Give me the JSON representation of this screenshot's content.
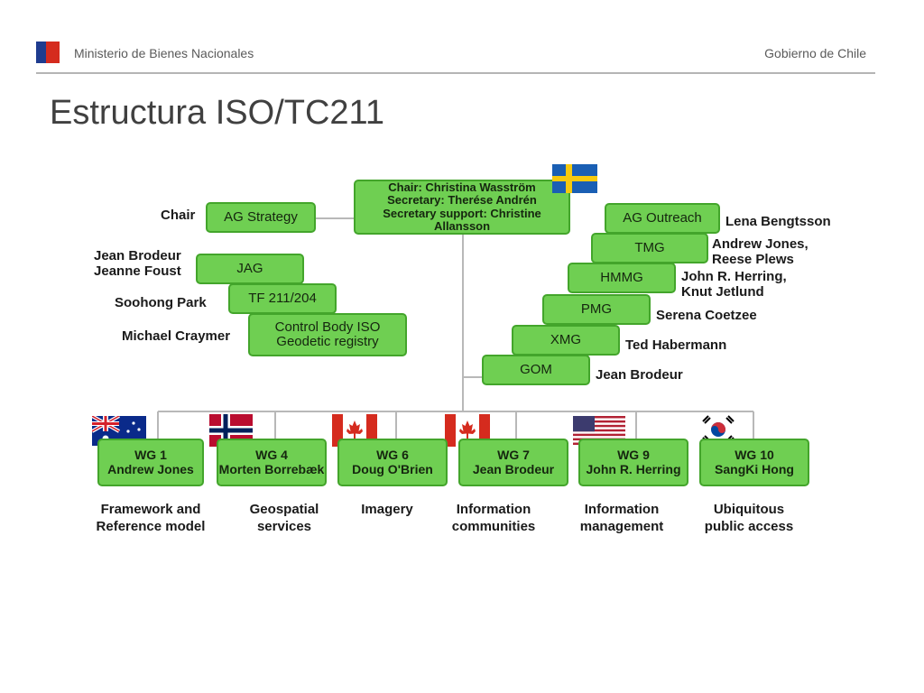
{
  "header": {
    "org": "Ministerio de Bienes Nacionales",
    "gov": "Gobierno de Chile"
  },
  "slide": {
    "title": "Estructura ISO/TC211"
  },
  "chair": {
    "lines": "Chair: Christina Wasström\nSecretary: Therése Andrén\nSecretary support: Christine Allansson"
  },
  "left_groups": [
    {
      "box": "AG Strategy",
      "person": "Chair"
    },
    {
      "box": "JAG",
      "person": "Jean Brodeur\nJeanne Foust"
    },
    {
      "box": "TF 211/204",
      "person": "Soohong Park"
    },
    {
      "box": "Control Body ISO\nGeodetic registry",
      "person": "Michael Craymer"
    }
  ],
  "right_groups": [
    {
      "box": "AG Outreach",
      "person": "Lena Bengtsson"
    },
    {
      "box": "TMG",
      "person": "Andrew Jones,\nReese Plews"
    },
    {
      "box": "HMMG",
      "person": "John R. Herring,\nKnut Jetlund"
    },
    {
      "box": "PMG",
      "person": "Serena Coetzee"
    },
    {
      "box": "XMG",
      "person": "Ted Habermann"
    },
    {
      "box": "GOM",
      "person": "Jean Brodeur"
    }
  ],
  "working_groups": [
    {
      "box": "WG 1\nAndrew Jones",
      "flag": "australia",
      "label": "Framework and\nReference model"
    },
    {
      "box": "WG 4\nMorten Borrebæk",
      "flag": "norway",
      "label": "Geospatial\nservices"
    },
    {
      "box": "WG 6\nDoug O'Brien",
      "flag": "canada",
      "label": "Imagery"
    },
    {
      "box": "WG 7\nJean Brodeur",
      "flag": "canada",
      "label": "Information\ncommunities"
    },
    {
      "box": "WG 9\nJohn R. Herring",
      "flag": "usa",
      "label": "Information\nmanagement"
    },
    {
      "box": "WG 10\nSangKi Hong",
      "flag": "korea",
      "label": "Ubiquitous\npublic access"
    }
  ],
  "colors": {
    "box_fill": "#6fcf52",
    "box_border": "#43a52b",
    "connector": "#b8b8b8",
    "chile_blue": "#1f3c8f",
    "chile_red": "#d52b1e"
  }
}
